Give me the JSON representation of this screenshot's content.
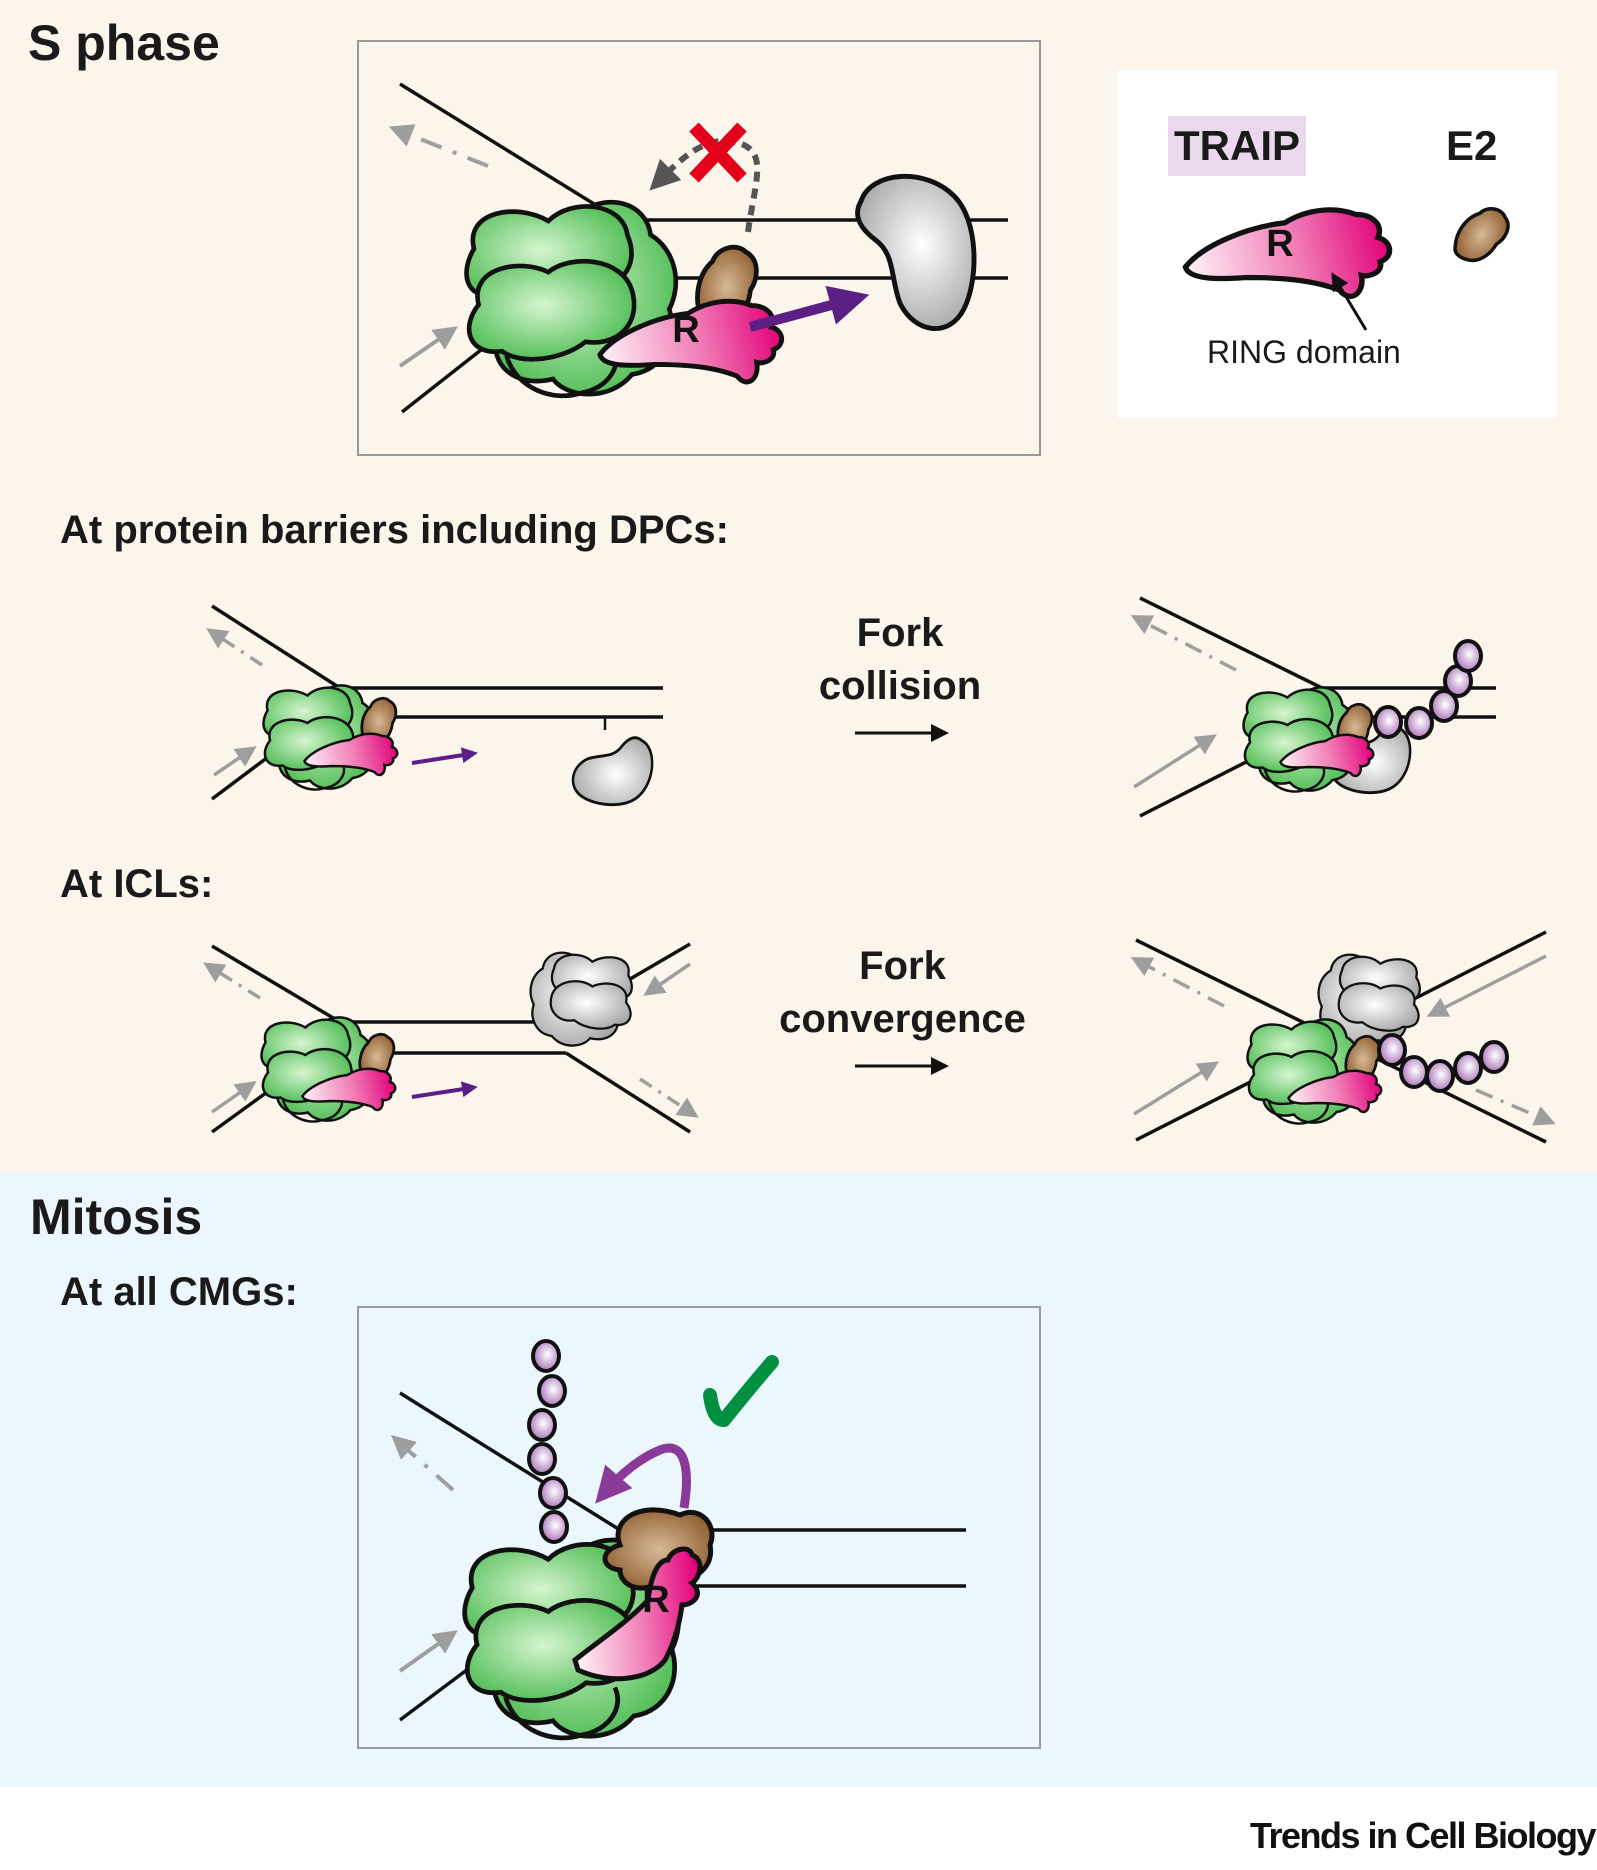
{
  "figure": {
    "source": "Trends in Cell Biology"
  },
  "s_phase": {
    "title": "S phase",
    "overview_panel": {
      "blocked_action": "TRAIP does not ubiquitylate its own replisome (red cross)",
      "action_marker": "cross",
      "marker_color": "#e3001b"
    },
    "legend": {
      "traip_label": "TRAIP",
      "e2_label": "E2",
      "ring_domain_label": "RING domain",
      "ring_letter": "R"
    },
    "protein_barriers": {
      "heading": "At protein barriers including DPCs:",
      "transition_label_line1": "Fork",
      "transition_label_line2": "collision",
      "ubiquitin_chain_length": 5
    },
    "icls": {
      "heading": "At ICLs:",
      "transition_label_line1": "Fork",
      "transition_label_line2": "convergence",
      "ubiquitin_chain_length": 5
    }
  },
  "mitosis": {
    "title": "Mitosis",
    "heading": "At all CMGs:",
    "action_marker": "check",
    "marker_color": "#009040",
    "ubiquitin_chain_length": 6,
    "ring_letter": "R"
  },
  "colors": {
    "s_phase_background": "#fcf5ec",
    "mitosis_background": "#ebf7fc",
    "cmg_green": "#6fcf6f",
    "traip_pink": "#e4007c",
    "e2_brown": "#8b5a2b",
    "barrier_gray": "#c8c8c8",
    "ubiquitin_purple": "#b97fc6",
    "movement_arrow_purple": "#5b1f85",
    "icl_blue": "#1e96d6",
    "traip_label_highlight": "#ead8ec"
  },
  "footer": {
    "journal": "Trends in Cell Biology"
  }
}
